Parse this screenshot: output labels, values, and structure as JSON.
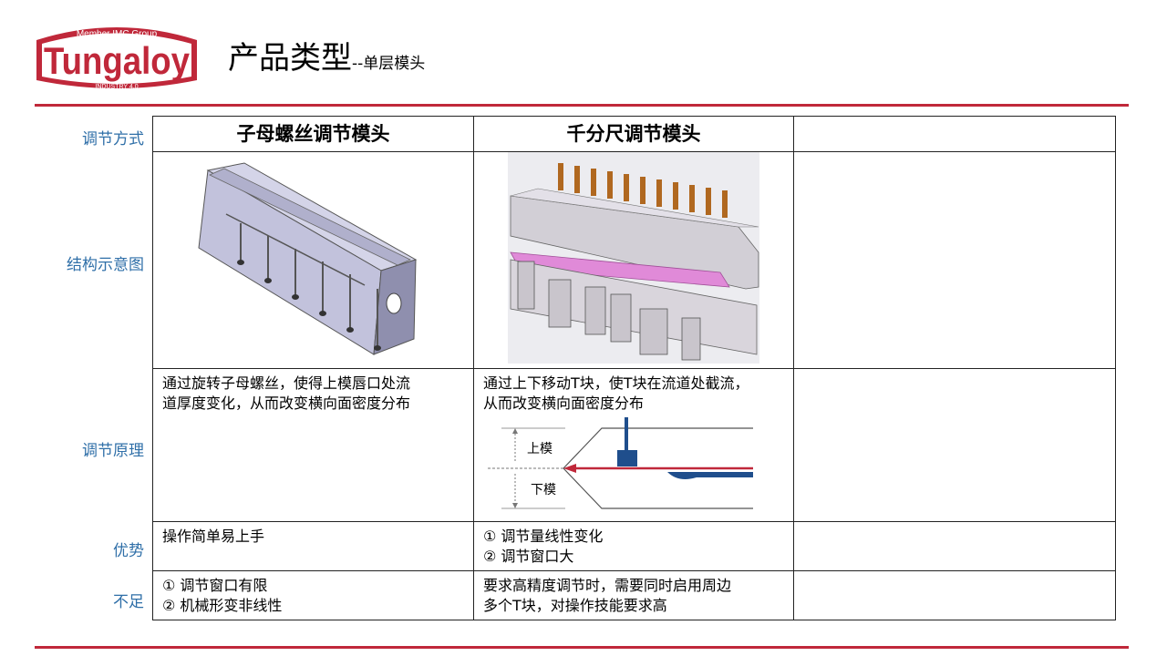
{
  "logo": {
    "member": "Member IMC Group",
    "name": "Tungaloy",
    "industry": "INDUSTRY 4.0"
  },
  "title": {
    "main": "产品类型",
    "sub": "--单层模头"
  },
  "row_labels": [
    "调节方式",
    "结构示意图",
    "调节原理",
    "优势",
    "不足"
  ],
  "columns": [
    {
      "header": "子母螺丝调节模头",
      "principle": [
        "通过旋转子母螺丝，使得上模唇口处流",
        "道厚度变化，从而改变横向面密度分布"
      ],
      "advantage": [
        "操作简单易上手"
      ],
      "shortcoming": [
        "① 调节窗口有限",
        "② 机械形变非线性"
      ]
    },
    {
      "header": "千分尺调节模头",
      "principle": [
        "通过上下移动T块，使T块在流道处截流，",
        "从而改变横向面密度分布"
      ],
      "diagram": {
        "upper_label": "上模",
        "lower_label": "下模"
      },
      "advantage": [
        "① 调节量线性变化",
        "② 调节窗口大"
      ],
      "shortcoming": [
        "要求高精度调节时，需要同时启用周边",
        "多个T块，对操作技能要求高"
      ]
    },
    {
      "header": ""
    }
  ],
  "colors": {
    "brand_red": "#c0283a",
    "label_blue": "#2f6fa8",
    "t_block_blue": "#1f4e8c",
    "flow_arrow_red": "#c0283a"
  }
}
